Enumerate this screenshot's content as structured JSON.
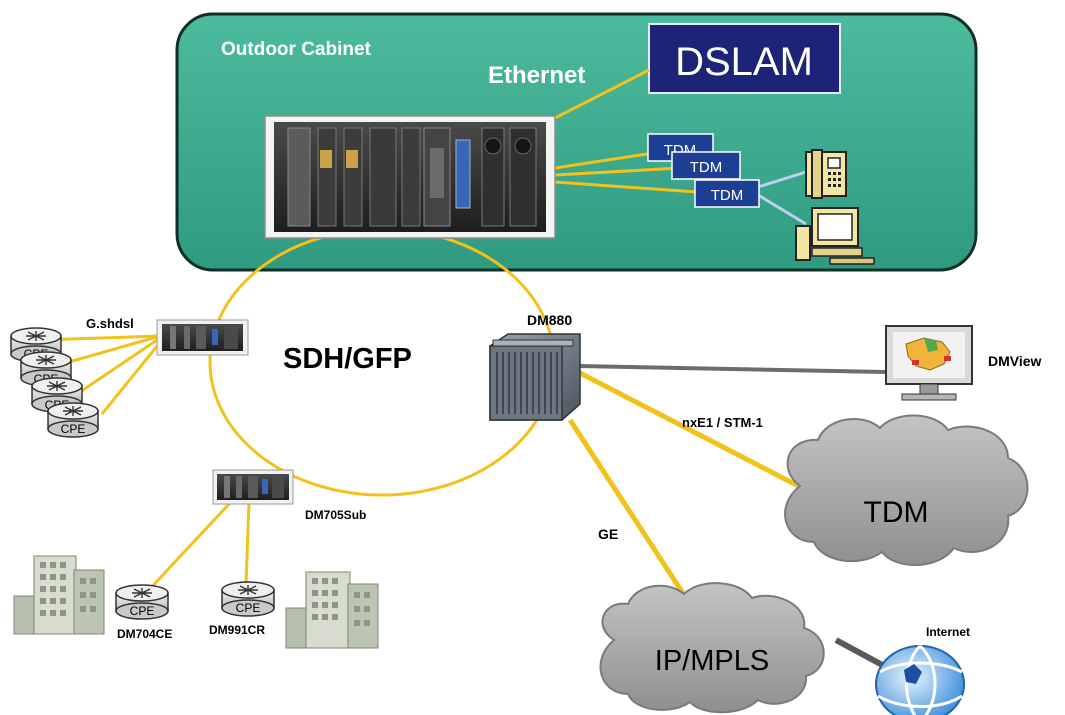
{
  "cabinet": {
    "title": "Outdoor Cabinet",
    "link_label": "Ethernet"
  },
  "dslam": {
    "label": "DSLAM"
  },
  "tdm_modules": [
    "TDM",
    "TDM",
    "TDM"
  ],
  "ring": {
    "label": "SDH/GFP"
  },
  "devices": {
    "gshdsl": "G.shdsl",
    "dm880": "DM880",
    "dm705": "DM705Sub",
    "dm704": "DM704CE",
    "dm991": "DM991CR"
  },
  "cpe_label": "CPE",
  "management": {
    "label": "DMView"
  },
  "links": {
    "tdm_link": "nxE1 / STM-1",
    "ge_link": "GE"
  },
  "clouds": {
    "tdm": "TDM",
    "ipmpls": "IP/MPLS"
  },
  "internet": {
    "label": "Internet"
  },
  "colors": {
    "cabinet_fill": "#3fae92",
    "dslam_fill": "#1d2377",
    "link_yellow": "#f2c21a",
    "tdm_box": "#1c3f93",
    "cloud": "#a9a9a9"
  }
}
